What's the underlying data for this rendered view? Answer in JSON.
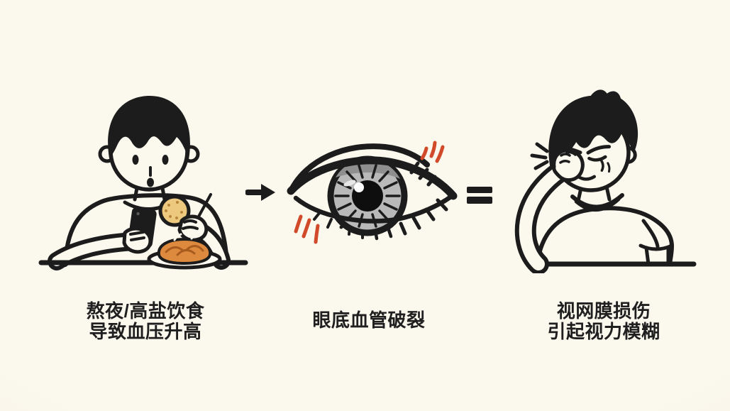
{
  "colors": {
    "bg": "#faf6ea",
    "cream": "#fbf8ee",
    "ink": "#1c1c1c",
    "red": "#d14b2a",
    "iris": "#b9b9b9",
    "iris_dark": "#8f8f8f",
    "food": "#dd8a3e",
    "food_dark": "#a85b1e",
    "cookie": "#ecc97e",
    "cookie_speckle": "#b8863b",
    "plate": "#fdfaf1",
    "text": "#1f1f1f"
  },
  "panels": {
    "left": {
      "illustration": "person-eating-high-salt-food-while-using-phone",
      "caption": [
        "熬夜/高盐饮食",
        "导致血压升高"
      ]
    },
    "center": {
      "illustration": "eye-with-burst-fundus-blood-vessels",
      "caption": [
        "眼底血管破裂"
      ]
    },
    "right": {
      "illustration": "person-rubbing-eye-blurred-vision",
      "caption": [
        "视网膜损伤",
        "引起视力模糊"
      ]
    }
  },
  "connectors": {
    "arrow": "arrow-right-icon",
    "equals": "equals-icon"
  }
}
